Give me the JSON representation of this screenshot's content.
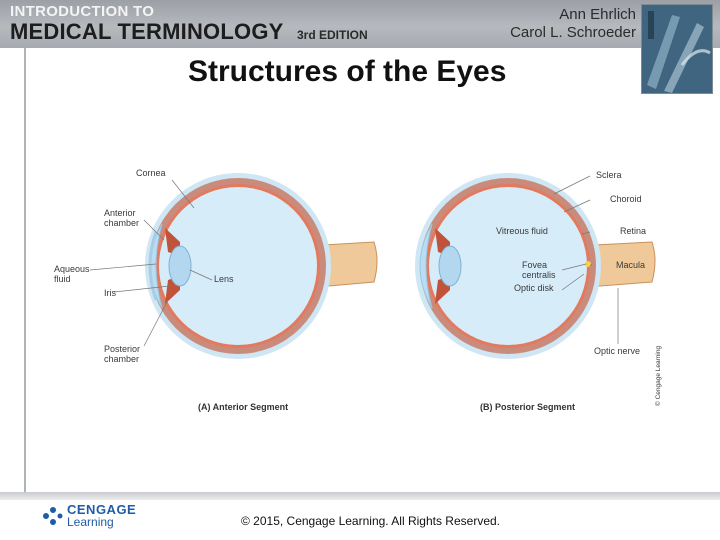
{
  "header": {
    "book_title_line1": "INTRODUCTION TO",
    "book_title_line2": "MEDICAL TERMINOLOGY",
    "edition": "3rd EDITION",
    "author1": "Ann Ehrlich",
    "author2": "Carol L. Schroeder"
  },
  "slide": {
    "title": "Structures of the Eyes"
  },
  "diagram": {
    "credit": "© Cengage Learning",
    "anterior": {
      "caption": "(A) Anterior Segment",
      "labels": {
        "cornea": "Cornea",
        "anterior_chamber_1": "Anterior",
        "anterior_chamber_2": "chamber",
        "aqueous_1": "Aqueous",
        "aqueous_2": "fluid",
        "iris": "Iris",
        "lens": "Lens",
        "posterior_chamber_1": "Posterior",
        "posterior_chamber_2": "chamber"
      }
    },
    "posterior": {
      "caption": "(B) Posterior Segment",
      "labels": {
        "sclera": "Sclera",
        "choroid": "Choroid",
        "vitreous": "Vitreous fluid",
        "retina": "Retina",
        "fovea_1": "Fovea",
        "fovea_2": "centralis",
        "macula": "Macula",
        "optic_disk": "Optic disk",
        "optic_nerve": "Optic nerve"
      }
    }
  },
  "footer": {
    "brand_name": "CENGAGE",
    "brand_sub": "Learning",
    "copyright": "© 2015, Cengage Learning. All Rights Reserved."
  }
}
